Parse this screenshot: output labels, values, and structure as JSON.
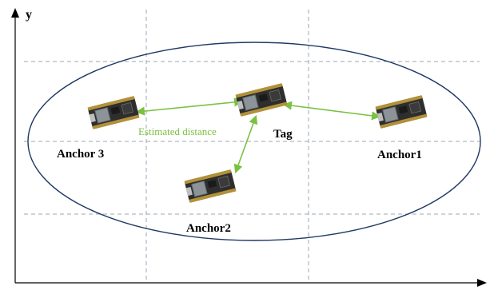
{
  "axes": {
    "y_label": "y",
    "x_label": ""
  },
  "labels": {
    "anchor3": "Anchor 3",
    "anchor1": "Anchor1",
    "anchor2": "Anchor2",
    "tag": "Tag",
    "estimated_distance": "Estimated distance"
  },
  "colors": {
    "axis": "#000000",
    "grid": "#9aa7b5",
    "ellipse": "#1f3864",
    "distance": "#7ac142",
    "board_pcb": "#2e2e2e",
    "board_chip": "#8d9499",
    "board_pins": "#c9a23a"
  },
  "devices": [
    "anchor3-board",
    "tag-board",
    "anchor1-board",
    "anchor2-board"
  ]
}
